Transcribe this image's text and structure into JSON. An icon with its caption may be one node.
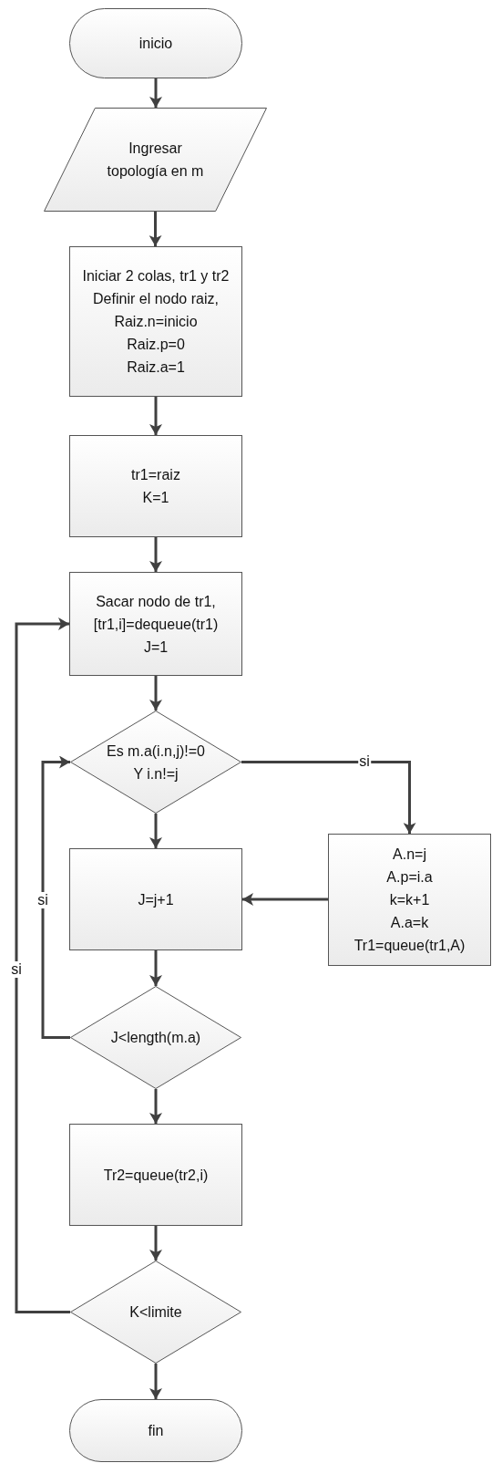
{
  "diagram": {
    "nodes": [
      {
        "text": [
          "inicio"
        ]
      },
      {
        "text": [
          "Ingresar topología en m"
        ]
      },
      {
        "text": [
          "Iniciar 2 colas, tr1 y tr2",
          "Definir el nodo raiz,",
          "Raiz.n=inicio",
          "Raiz.p=0",
          "Raiz.a=1"
        ]
      },
      {
        "text": [
          "tr1=raiz",
          "K=1"
        ]
      },
      {
        "text": [
          "Sacar nodo de tr1,",
          "[tr1,i]=dequeue(tr1)",
          "J=1"
        ]
      },
      {
        "text": [
          "Es m.a(i.n,j)!=0",
          "Y i.n!=j"
        ]
      },
      {
        "text": [
          "J=j+1"
        ]
      },
      {
        "text": [
          "A.n=j",
          "A.p=i.a",
          "k=k+1",
          "A.a=k",
          "Tr1=queue(tr1,A)"
        ]
      },
      {
        "text": [
          "J<length(m.a)"
        ]
      },
      {
        "text": [
          "Tr2=queue(tr2,i)"
        ]
      },
      {
        "text": [
          "K<limite"
        ]
      },
      {
        "text": [
          "fin"
        ]
      }
    ],
    "edges": [
      {
        "from": 0,
        "to": 1,
        "arrow": "to"
      },
      {
        "from": 1,
        "to": 2,
        "arrow": "to"
      },
      {
        "from": 2,
        "to": 3,
        "arrow": "to"
      },
      {
        "from": 3,
        "to": 4,
        "arrow": "to"
      },
      {
        "from": 4,
        "to": 5,
        "arrow": "to"
      },
      {
        "from": 5,
        "to": 7,
        "arrow": "to",
        "label": "si"
      },
      {
        "from": 5,
        "to": 6,
        "arrow": "to"
      },
      {
        "from": 7,
        "to": 6,
        "arrow": "to"
      },
      {
        "from": 6,
        "to": 8,
        "arrow": "to"
      },
      {
        "from": 8,
        "to": 5,
        "arrow": "to",
        "label": "si"
      },
      {
        "from": 8,
        "to": 9,
        "arrow": "to"
      },
      {
        "from": 9,
        "to": 10,
        "arrow": "to"
      },
      {
        "from": 10,
        "to": 4,
        "arrow": "to",
        "label": "si"
      },
      {
        "from": 10,
        "to": 11,
        "arrow": "to"
      }
    ]
  }
}
